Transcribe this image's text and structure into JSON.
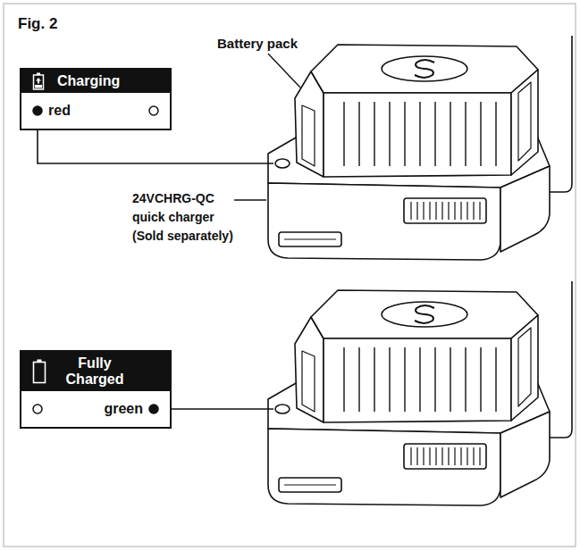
{
  "diagram": {
    "title": "Fig. 2",
    "nodes": [
      {
        "text": [
          "Charging",
          "red"
        ]
      },
      {
        "text": [
          "Fully Charged",
          "green"
        ]
      }
    ],
    "labels": [
      "Battery pack",
      "24VCHRG-QC quick charger (Sold separately)"
    ]
  }
}
